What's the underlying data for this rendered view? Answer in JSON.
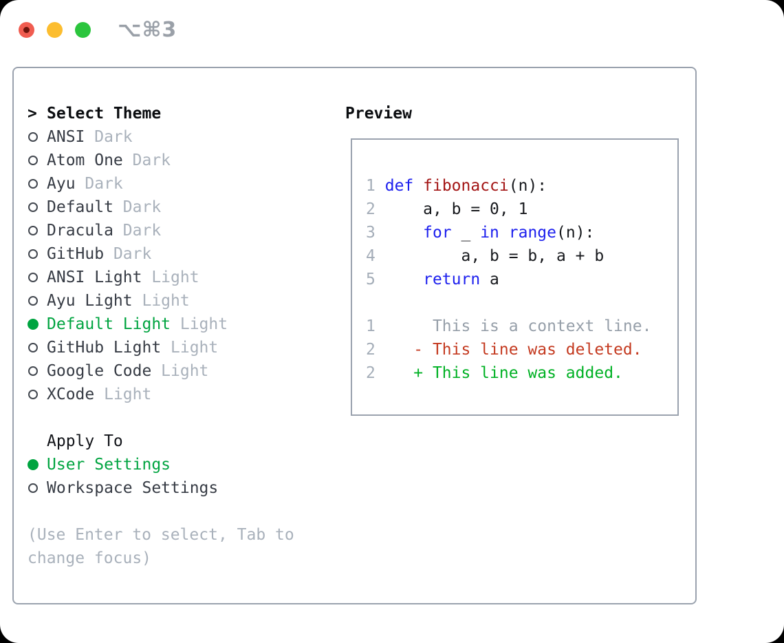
{
  "window": {
    "title": "⌥⌘3"
  },
  "select_theme": {
    "prompt": ">",
    "heading": "Select Theme",
    "items": [
      {
        "name": "ANSI",
        "variant": "Dark",
        "selected": false
      },
      {
        "name": "Atom One",
        "variant": "Dark",
        "selected": false
      },
      {
        "name": "Ayu",
        "variant": "Dark",
        "selected": false
      },
      {
        "name": "Default",
        "variant": "Dark",
        "selected": false
      },
      {
        "name": "Dracula",
        "variant": "Dark",
        "selected": false
      },
      {
        "name": "GitHub",
        "variant": "Dark",
        "selected": false
      },
      {
        "name": "ANSI Light",
        "variant": "Light",
        "selected": false
      },
      {
        "name": "Ayu Light",
        "variant": "Light",
        "selected": false
      },
      {
        "name": "Default Light",
        "variant": "Light",
        "selected": true
      },
      {
        "name": "GitHub Light",
        "variant": "Light",
        "selected": false
      },
      {
        "name": "Google Code",
        "variant": "Light",
        "selected": false
      },
      {
        "name": "XCode",
        "variant": "Light",
        "selected": false
      }
    ]
  },
  "apply_to": {
    "heading": "Apply To",
    "options": [
      {
        "label": "User Settings",
        "selected": true
      },
      {
        "label": "Workspace Settings",
        "selected": false
      }
    ]
  },
  "help_text": "(Use Enter to select, Tab to change focus)",
  "preview": {
    "heading": "Preview",
    "code_lines": [
      {
        "num": "1",
        "segments": [
          {
            "t": " ",
            "c": "d"
          },
          {
            "t": "def",
            "c": "k"
          },
          {
            "t": " ",
            "c": "d"
          },
          {
            "t": "fibonacci",
            "c": "f"
          },
          {
            "t": "(n):",
            "c": "d"
          }
        ]
      },
      {
        "num": "2",
        "segments": [
          {
            "t": "     a, b = 0, 1",
            "c": "d"
          }
        ]
      },
      {
        "num": "3",
        "segments": [
          {
            "t": "     ",
            "c": "d"
          },
          {
            "t": "for",
            "c": "k"
          },
          {
            "t": " _ ",
            "c": "d"
          },
          {
            "t": "in",
            "c": "k"
          },
          {
            "t": " ",
            "c": "d"
          },
          {
            "t": "range",
            "c": "k"
          },
          {
            "t": "(n):",
            "c": "d"
          }
        ]
      },
      {
        "num": "4",
        "segments": [
          {
            "t": "         a, b = b, a + b",
            "c": "d"
          }
        ]
      },
      {
        "num": "5",
        "segments": [
          {
            "t": "     ",
            "c": "d"
          },
          {
            "t": "return",
            "c": "k"
          },
          {
            "t": " a",
            "c": "d"
          }
        ]
      }
    ],
    "diff_lines": [
      {
        "num": "1",
        "body": "      This is a context line.",
        "type": "context"
      },
      {
        "num": "2",
        "body": "    - This line was deleted.",
        "type": "deleted"
      },
      {
        "num": "2",
        "body": "    + This line was added.",
        "type": "added"
      }
    ]
  },
  "colors": {
    "accent_green": "#00a440",
    "keyword_blue": "#1d20ee",
    "function_red": "#a31515",
    "deleted_red": "#c43a20",
    "added_green": "#00b124",
    "muted_gray": "#a9b1bb",
    "line_number_gray": "#a4adb8",
    "context_gray": "#969fa9",
    "border_gray": "#9aa2ae",
    "text_dark": "#363b44",
    "heading_black": "#0b0d10",
    "traffic_red": "#f05c50",
    "traffic_yellow": "#fcbd2f",
    "traffic_green": "#2bc53d",
    "title_gray": "#9aa0a8"
  }
}
